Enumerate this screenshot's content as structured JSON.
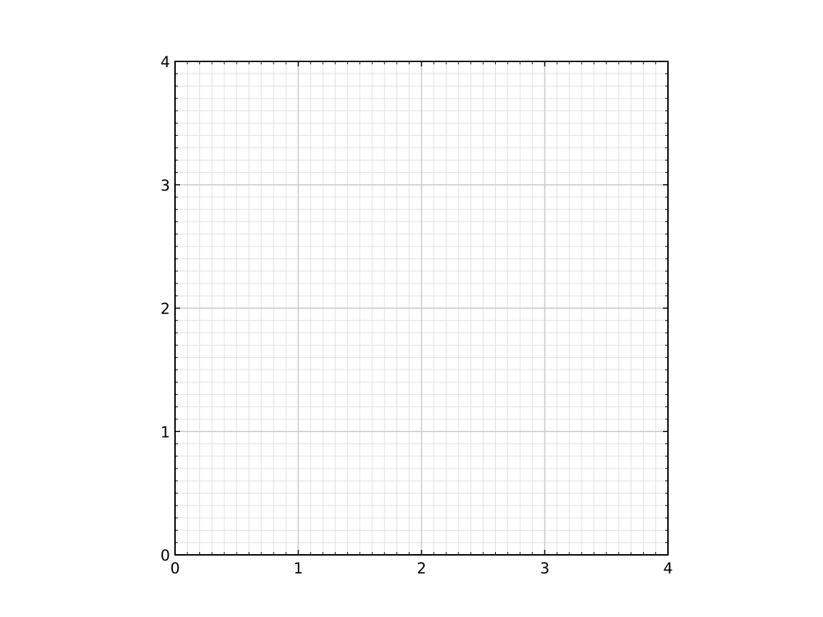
{
  "chart_data": {
    "type": "scatter",
    "title": "",
    "xlabel": "",
    "ylabel": "",
    "xlim": [
      0,
      4
    ],
    "ylim": [
      0,
      4
    ],
    "x_ticks": [
      0,
      1,
      2,
      3,
      4
    ],
    "y_ticks": [
      0,
      1,
      2,
      3,
      4
    ],
    "x_tick_labels": [
      "0",
      "1",
      "2",
      "3",
      "4"
    ],
    "y_tick_labels": [
      "0",
      "1",
      "2",
      "3",
      "4"
    ],
    "minor_ticks_per_major": 10,
    "grid": {
      "major": true,
      "minor": true,
      "major_color": "#c8c8c8",
      "minor_color": "#e0e0e0"
    },
    "tick_direction": "in",
    "series": []
  }
}
